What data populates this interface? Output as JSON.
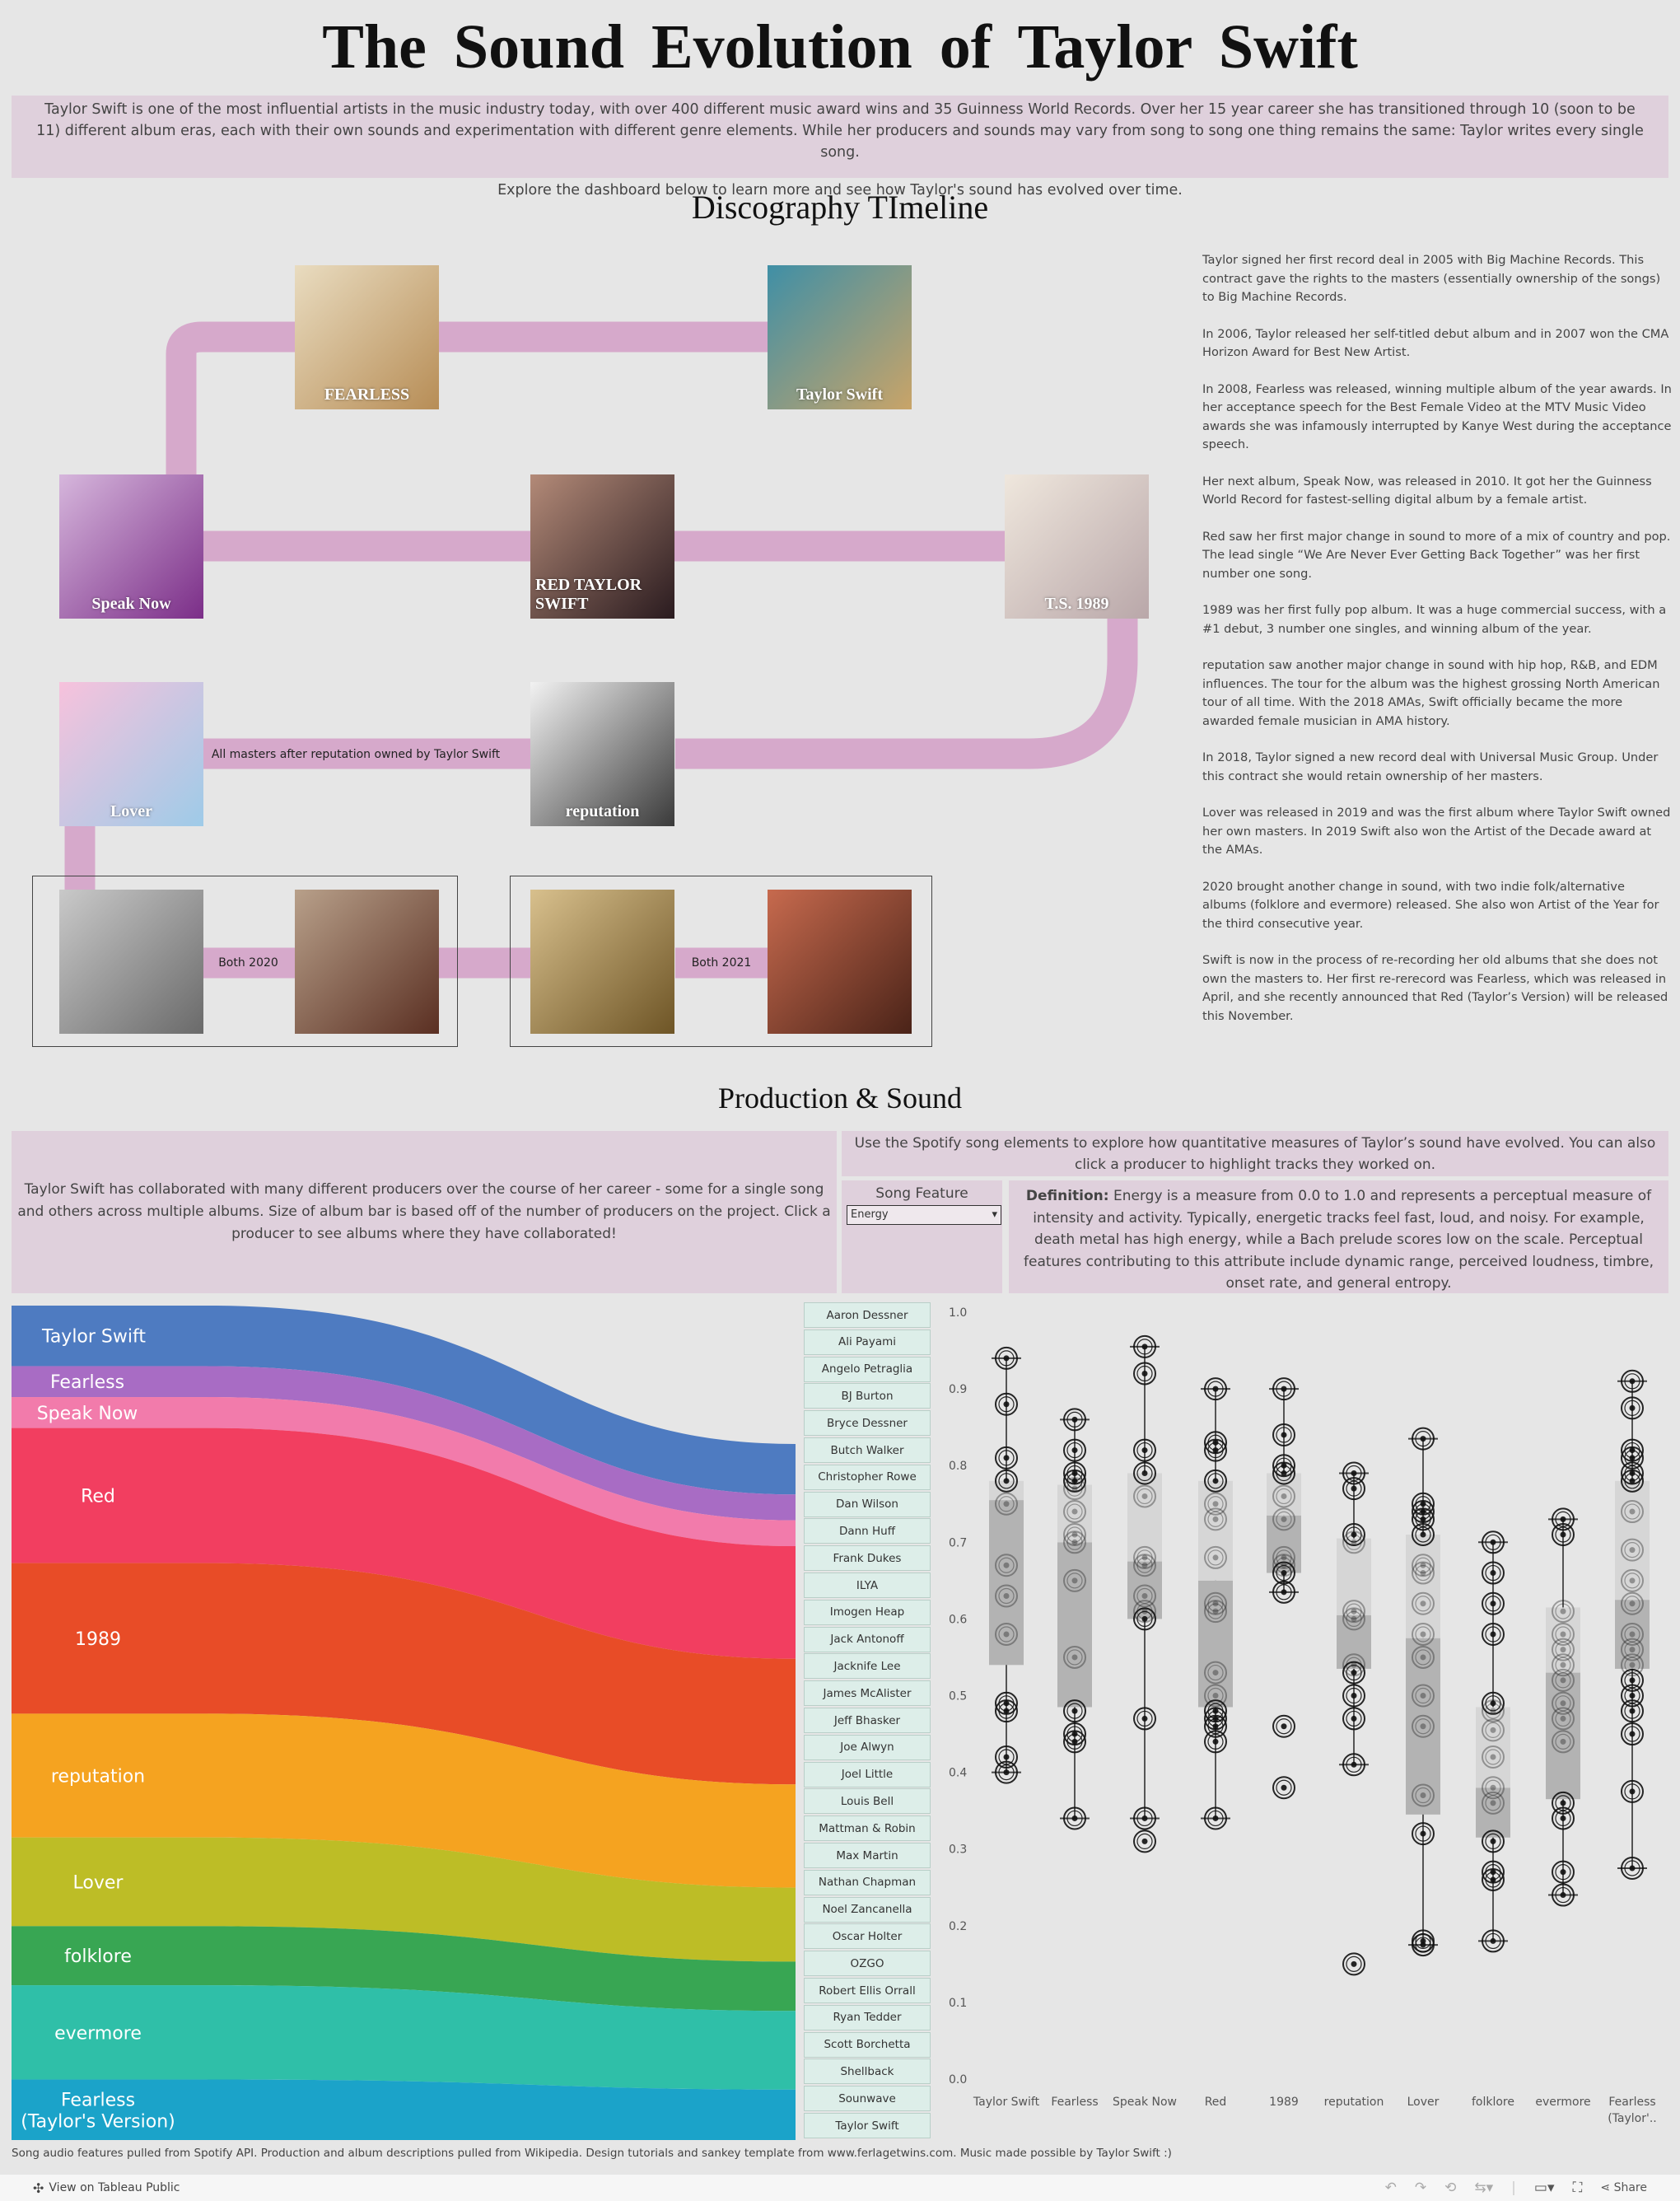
{
  "title": "The Sound Evolution of Taylor Swift",
  "intro": {
    "p1": "Taylor Swift is one of the most influential artists in the music industry today, with over 400 different music award wins and 35 Guinness World Records. Over her 15 year career she has transitioned through 10 (soon to be 11) different album eras, each with their own sounds and experimentation with different genre elements. While her producers and sounds may vary from song to song one thing remains the same: Taylor writes every single song.",
    "p2": "Explore the dashboard below to learn more and see how Taylor's sound has evolved over time."
  },
  "timeline": {
    "heading": "Discography TImeline",
    "path_color": "#d6a9cb",
    "masters_label": "All masters after reputation owned by Taylor Swift",
    "both_2020": "Both 2020",
    "both_2021": "Both 2021",
    "covers": [
      {
        "album": "Fearless",
        "cover_text": "FEARLESS",
        "colors": [
          "#e9dcc0",
          "#b78d56"
        ]
      },
      {
        "album": "Taylor Swift",
        "cover_text": "Taylor Swift",
        "colors": [
          "#3f8fa6",
          "#c9a468"
        ]
      },
      {
        "album": "Speak Now",
        "cover_text": "Speak Now",
        "colors": [
          "#d6b6dc",
          "#7b2e88"
        ]
      },
      {
        "album": "Red",
        "cover_text": "RED TAYLOR SWIFT",
        "colors": [
          "#b38a78",
          "#2a1b1f"
        ]
      },
      {
        "album": "1989",
        "cover_text": "T.S.   1989",
        "colors": [
          "#efe7dd",
          "#b9a7a9"
        ]
      },
      {
        "album": "Lover",
        "cover_text": "Lover",
        "colors": [
          "#f7c2dc",
          "#9ecbe8"
        ]
      },
      {
        "album": "reputation",
        "cover_text": "reputation",
        "colors": [
          "#f2f2f2",
          "#3a3a3a"
        ]
      },
      {
        "album": "folklore",
        "cover_text": "",
        "colors": [
          "#c9c9c9",
          "#6a6a6a"
        ]
      },
      {
        "album": "evermore",
        "cover_text": "",
        "colors": [
          "#b8a08a",
          "#5a2f22"
        ]
      },
      {
        "album": "Fearless (Taylor's Version)",
        "cover_text": "",
        "colors": [
          "#d8c08d",
          "#6e5526"
        ]
      },
      {
        "album": "Red (Taylor's Version)",
        "cover_text": "",
        "colors": [
          "#c76a4e",
          "#4a2318"
        ]
      }
    ],
    "story": [
      "Taylor signed her first record deal in 2005 with Big Machine Records. This contract gave the rights to the masters (essentially ownership of the songs) to Big Machine Records.",
      "In 2006, Taylor released her self-titled debut album and in 2007 won the CMA Horizon Award for Best New Artist.",
      "In 2008, Fearless was released, winning multiple album of the year awards. In her acceptance speech for the Best Female Video at the MTV Music Video awards she was infamously interrupted by Kanye West during the acceptance speech.",
      "Her next album, Speak Now, was released in 2010. It got her the Guinness World Record for fastest-selling digital album by a female artist.",
      "Red saw her first major change in sound to more of a mix of country and pop. The lead single “We Are Never Ever Getting Back Together” was her first number one song.",
      "1989 was her first fully pop album. It was a huge commercial success, with a #1 debut, 3 number one singles, and winning album of the year.",
      "reputation saw another major change in sound with hip hop, R&B, and EDM influences. The tour for the album was the highest grossing North American tour of all time. With the 2018 AMAs, Swift officially became the more awarded female musician in AMA history.",
      "In 2018, Taylor signed a new record deal with Universal Music Group. Under this contract she would retain ownership of her masters.",
      "Lover was released in 2019 and was the first album where Taylor Swift owned her own masters. In 2019 Swift also won the Artist of the Decade award at the AMAs.",
      "2020 brought another change in sound, with two indie folk/alternative albums (folklore and evermore) released. She also won Artist of the Year for the third consecutive year.",
      "Swift is now in the process of re-recording her old albums that she does not own the masters to. Her first re-rerecord was Fearless, which was released in April, and she recently announced that Red (Taylor’s Version) will be released this November."
    ]
  },
  "production": {
    "heading": "Production & Sound",
    "producers_text": "Taylor Swift has collaborated with many different producers over the course of her career - some for a single song and others across multiple albums. Size of album bar is based off of the number of producers on the project. Click a producer to see albums where they have collaborated!",
    "spotify_text": "Use the Spotify song elements to explore how quantitative measures of Taylor’s sound have evolved. You can also click a producer to highlight tracks they worked on.",
    "song_feature_label": "Song Feature",
    "song_feature_value": "Energy",
    "definition_label": "Definition:",
    "definition_text": " Energy is a measure from 0.0 to 1.0 and represents a perceptual measure of intensity and activity. Typically, energetic tracks feel fast, loud, and noisy. For example, death metal has high energy, while a Bach prelude scores low on the scale. Perceptual features contributing to this attribute include dynamic range, perceived loudness, timbre, onset rate, and general entropy.",
    "sankey": [
      {
        "label": "Taylor Swift",
        "weight": 43,
        "color": "#4e7bc1"
      },
      {
        "label": "Fearless",
        "weight": 22,
        "color": "#a86cc4"
      },
      {
        "label": "Speak Now",
        "weight": 22,
        "color": "#f27bab"
      },
      {
        "label": "Red",
        "weight": 96,
        "color": "#f23e60"
      },
      {
        "label": "1989",
        "weight": 107,
        "color": "#e84c27"
      },
      {
        "label": "reputation",
        "weight": 88,
        "color": "#f5a320"
      },
      {
        "label": "Lover",
        "weight": 63,
        "color": "#bdbd26"
      },
      {
        "label": "folklore",
        "weight": 42,
        "color": "#38a653"
      },
      {
        "label": "evermore",
        "weight": 67,
        "color": "#2fbfa8"
      },
      {
        "label": "Fearless\n(Taylor's Version)",
        "weight": 43,
        "color": "#1ba3c9"
      }
    ],
    "producers": [
      "Aaron Dessner",
      "Ali Payami",
      "Angelo Petraglia",
      "BJ Burton",
      "Bryce Dessner",
      "Butch Walker",
      "Christopher Rowe",
      "Dan Wilson",
      "Dann Huff",
      "Frank Dukes",
      "ILYA",
      "Imogen Heap",
      "Jack Antonoff",
      "Jacknife Lee",
      "James McAlister",
      "Jeff Bhasker",
      "Joe Alwyn",
      "Joel Little",
      "Louis Bell",
      "Mattman & Robin",
      "Max Martin",
      "Nathan Chapman",
      "Noel Zancanella",
      "Oscar Holter",
      "OZGO",
      "Robert Ellis Orrall",
      "Ryan Tedder",
      "Scott Borchetta",
      "Shellback",
      "Sounwave",
      "Taylor Swift"
    ]
  },
  "chart_data": {
    "type": "box",
    "ylim": [
      0,
      1
    ],
    "yticks": [
      "0.0",
      "0.1",
      "0.2",
      "0.3",
      "0.4",
      "0.5",
      "0.6",
      "0.7",
      "0.8",
      "0.9",
      "1.0"
    ],
    "grid": false,
    "categories": [
      "Taylor Swift",
      "Fearless",
      "Speak Now",
      "Red",
      "1989",
      "reputation",
      "Lover",
      "folklore",
      "evermore",
      "Fearless (Taylor'.."
    ],
    "boxes": [
      {
        "min": 0.4,
        "q1": 0.54,
        "median": 0.755,
        "q3": 0.78,
        "max": 0.94,
        "points": [
          0.94,
          0.88,
          0.81,
          0.78,
          0.75,
          0.67,
          0.63,
          0.58,
          0.49,
          0.48,
          0.42,
          0.4
        ]
      },
      {
        "min": 0.34,
        "q1": 0.485,
        "median": 0.7,
        "q3": 0.775,
        "max": 0.86,
        "points": [
          0.86,
          0.82,
          0.79,
          0.78,
          0.77,
          0.74,
          0.71,
          0.7,
          0.65,
          0.55,
          0.48,
          0.45,
          0.44,
          0.34
        ]
      },
      {
        "min": 0.34,
        "q1": 0.6,
        "median": 0.675,
        "q3": 0.79,
        "max": 0.955,
        "points": [
          0.955,
          0.92,
          0.82,
          0.79,
          0.76,
          0.68,
          0.67,
          0.63,
          0.61,
          0.6,
          0.47,
          0.34,
          0.31
        ]
      },
      {
        "min": 0.34,
        "q1": 0.485,
        "median": 0.65,
        "q3": 0.78,
        "max": 0.9,
        "points": [
          0.9,
          0.83,
          0.82,
          0.78,
          0.75,
          0.73,
          0.68,
          0.62,
          0.61,
          0.53,
          0.5,
          0.48,
          0.47,
          0.46,
          0.44,
          0.34
        ]
      },
      {
        "min": 0.635,
        "q1": 0.66,
        "median": 0.735,
        "q3": 0.79,
        "max": 0.9,
        "points": [
          0.9,
          0.84,
          0.8,
          0.79,
          0.76,
          0.73,
          0.68,
          0.67,
          0.66,
          0.635,
          0.46,
          0.38
        ]
      },
      {
        "min": 0.41,
        "q1": 0.535,
        "median": 0.605,
        "q3": 0.705,
        "max": 0.79,
        "points": [
          0.79,
          0.77,
          0.71,
          0.7,
          0.61,
          0.6,
          0.54,
          0.53,
          0.5,
          0.47,
          0.41,
          0.15
        ]
      },
      {
        "min": 0.175,
        "q1": 0.345,
        "median": 0.575,
        "q3": 0.71,
        "max": 0.835,
        "points": [
          0.835,
          0.75,
          0.74,
          0.73,
          0.71,
          0.67,
          0.66,
          0.62,
          0.58,
          0.55,
          0.5,
          0.46,
          0.37,
          0.32,
          0.18,
          0.175
        ]
      },
      {
        "min": 0.18,
        "q1": 0.315,
        "median": 0.38,
        "q3": 0.485,
        "max": 0.7,
        "points": [
          0.7,
          0.66,
          0.62,
          0.58,
          0.49,
          0.48,
          0.455,
          0.42,
          0.38,
          0.36,
          0.31,
          0.27,
          0.26,
          0.18
        ]
      },
      {
        "min": 0.24,
        "q1": 0.365,
        "median": 0.53,
        "q3": 0.615,
        "max": 0.73,
        "points": [
          0.73,
          0.71,
          0.61,
          0.58,
          0.56,
          0.54,
          0.52,
          0.49,
          0.47,
          0.44,
          0.36,
          0.34,
          0.27,
          0.24
        ]
      },
      {
        "min": 0.275,
        "q1": 0.535,
        "median": 0.625,
        "q3": 0.78,
        "max": 0.91,
        "points": [
          0.91,
          0.875,
          0.82,
          0.81,
          0.79,
          0.78,
          0.74,
          0.69,
          0.65,
          0.62,
          0.58,
          0.56,
          0.54,
          0.52,
          0.5,
          0.48,
          0.45,
          0.375,
          0.275
        ]
      }
    ]
  },
  "footer": "Song audio features pulled from Spotify API. Production and album descriptions pulled from Wikipedia. Design tutorials and sankey template from www.ferlagetwins.com. Music made possible by Taylor Swift :)",
  "toolbar": {
    "view_label": "View on Tableau Public",
    "share_label": "Share"
  }
}
